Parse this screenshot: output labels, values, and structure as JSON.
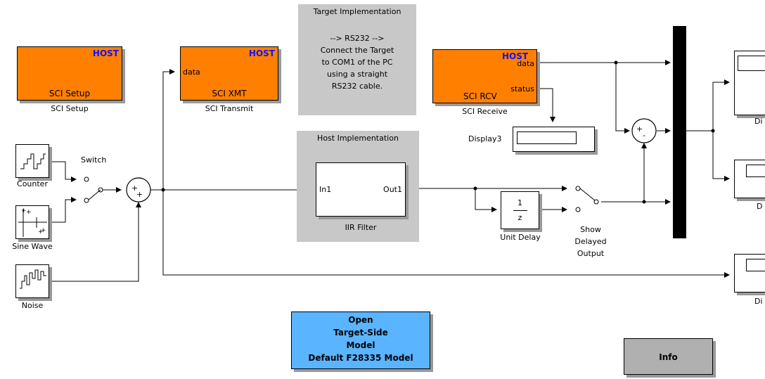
{
  "sci_setup": {
    "host": "HOST",
    "title": "SCI Setup",
    "caption": "SCI Setup"
  },
  "sci_xmt": {
    "host": "HOST",
    "port_in": "data",
    "title": "SCI XMT",
    "caption": "SCI Transmit"
  },
  "sci_rcv": {
    "host": "HOST",
    "port_data": "data",
    "port_status": "status",
    "title": "SCI RCV",
    "caption": "SCI Receive"
  },
  "target_area": {
    "title": "Target Implementation",
    "lines": [
      "--> RS232 -->",
      "Connect the Target",
      "to COM1 of the PC",
      "using a straight",
      "RS232 cable."
    ]
  },
  "host_area": {
    "title": "Host Implementation"
  },
  "iir_filter": {
    "port_in": "In1",
    "port_out": "Out1",
    "caption": "IIR Filter"
  },
  "counter": {
    "caption": "Counter"
  },
  "sine_wave": {
    "caption": "Sine Wave"
  },
  "noise": {
    "caption": "Noise"
  },
  "switch": {
    "caption": "Switch"
  },
  "sum_main": {
    "signs": "+\n+"
  },
  "sum_diff": {
    "signs": "+\n-"
  },
  "unit_delay": {
    "num": "1",
    "den": "z",
    "caption": "Unit Delay"
  },
  "show_delayed": {
    "caption": "Show\nDelayed\nOutput"
  },
  "display3": {
    "caption": "Display3"
  },
  "scope_top": {
    "caption": "Di"
  },
  "scope_mid": {
    "caption": "D"
  },
  "scope_bot": {
    "caption": "Di"
  },
  "open_button": {
    "label": "Open\nTarget-Side\nModel\nDefault F28335 Model",
    "color": "#5ab4ff"
  },
  "info_button": {
    "label": "Info",
    "color": "#b0b0b0"
  },
  "block_colors": {
    "orange": "#ff7f00",
    "host_text": "#1010ff",
    "area_gray": "#c8c8c8"
  }
}
